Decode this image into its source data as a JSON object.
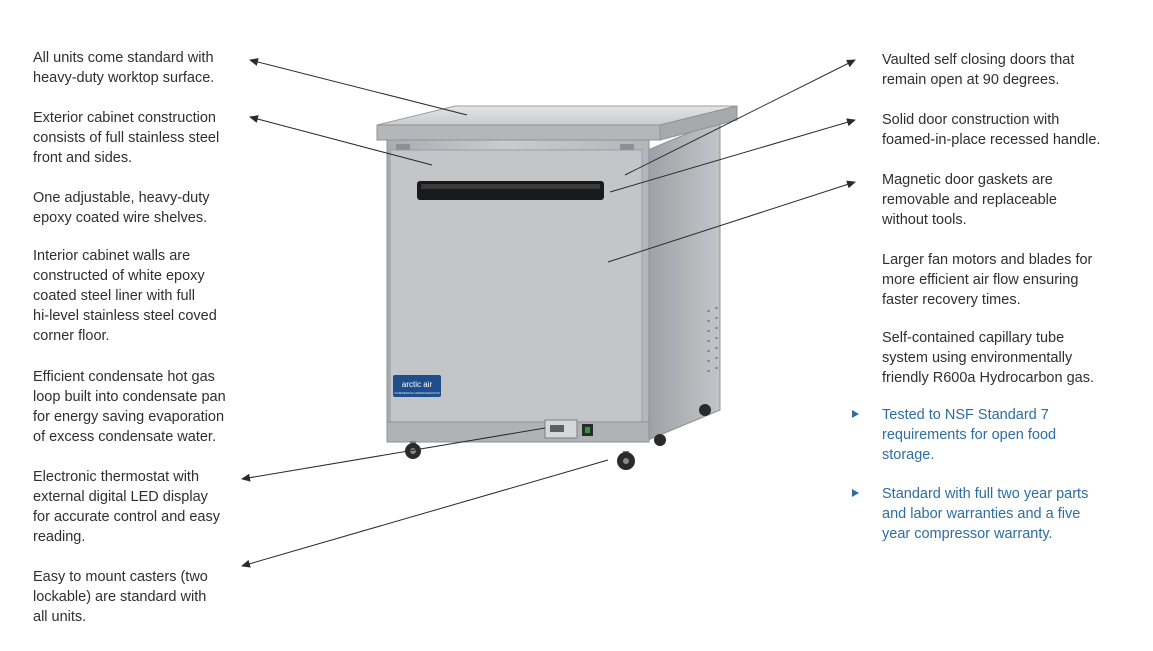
{
  "left_features": [
    {
      "text": "All units come standard with\nheavy-duty worktop surface."
    },
    {
      "text": "Exterior cabinet construction\nconsists of full stainless steel\nfront and sides."
    },
    {
      "text": "One adjustable, heavy-duty\nepoxy coated wire shelves."
    },
    {
      "text": "Interior cabinet walls are\nconstructed of white epoxy\ncoated steel liner with full\nhi-level stainless steel coved\ncorner floor."
    },
    {
      "text": "Efficient condensate hot gas\nloop built into condensate pan\nfor energy saving evaporation\nof excess condensate water."
    },
    {
      "text": "Electronic thermostat with\nexternal digital LED display\nfor accurate control and easy\nreading."
    },
    {
      "text": "Easy to mount casters (two\nlockable) are standard with\nall units."
    }
  ],
  "right_features": [
    {
      "text": "Vaulted self closing doors that\nremain open at 90 degrees."
    },
    {
      "text": "Solid door construction with\nfoamed-in-place recessed handle."
    },
    {
      "text": "Magnetic door gaskets are\nremovable and replaceable\nwithout tools."
    },
    {
      "text": "Larger fan motors and blades for\nmore efficient air flow ensuring\nfaster recovery times."
    },
    {
      "text": "Self-contained capillary tube\nsystem using environmentally\nfriendly R600a Hydrocarbon gas."
    }
  ],
  "highlights": [
    {
      "text": "Tested to NSF Standard 7\nrequirements for open food\nstorage."
    },
    {
      "text": "Standard with full two year parts\nand labor warranties and a five\nyear compressor warranty."
    }
  ],
  "product": {
    "brand_logo": "arctic air",
    "brand_tagline": "COMMERCIAL REFRIGERATION"
  },
  "colors": {
    "text": "#2f2f2f",
    "highlight": "#2d6da3",
    "steel": "#b9bcbf",
    "badge": "#1f4f8a"
  }
}
